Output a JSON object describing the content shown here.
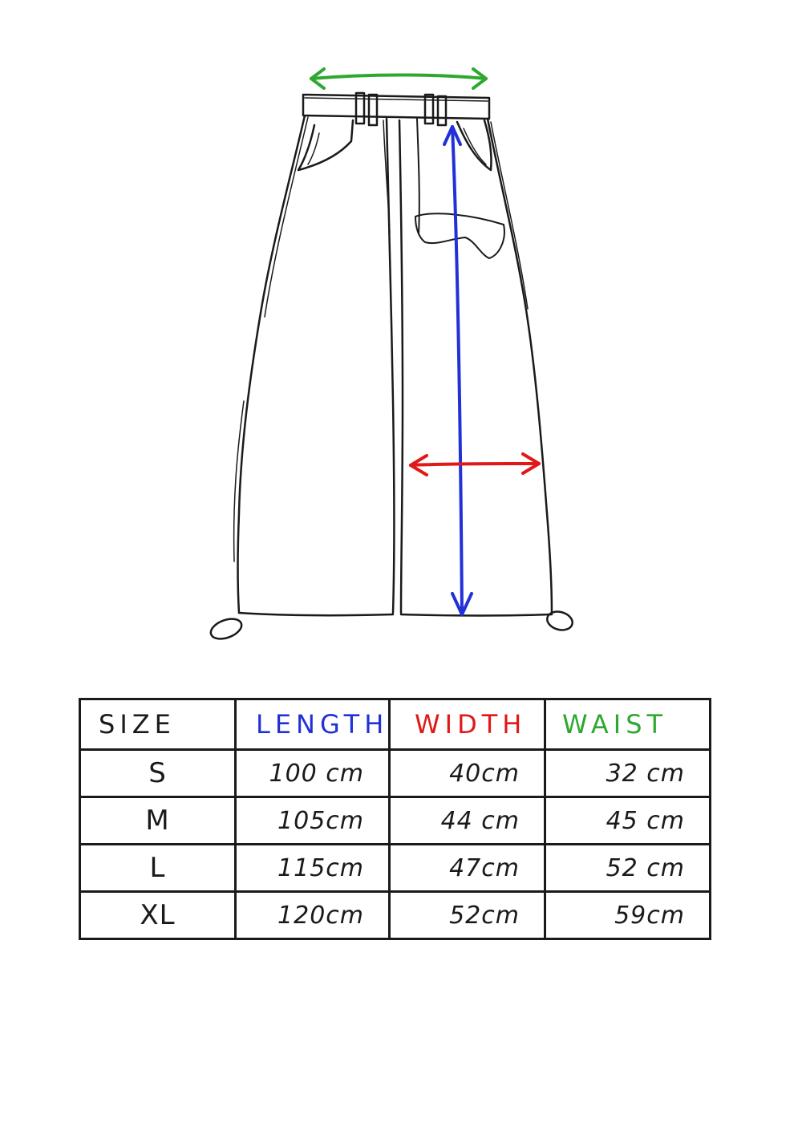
{
  "colors": {
    "ink": "#1a1a1a",
    "length": "#2230d8",
    "width": "#e01818",
    "waist": "#2fa82f"
  },
  "table": {
    "headers": {
      "size": "SIZE",
      "length": "LENGTH",
      "width": "WIDTH",
      "waist": "WAIST"
    },
    "rows": [
      {
        "size": "S",
        "length": "100 cm",
        "width": "40cm",
        "waist": "32 cm"
      },
      {
        "size": "M",
        "length": "105cm",
        "width": "44 cm",
        "waist": "45 cm"
      },
      {
        "size": "L",
        "length": "115cm",
        "width": "47cm",
        "waist": "52 cm"
      },
      {
        "size": "XL",
        "length": "120cm",
        "width": "52cm",
        "waist": "59cm"
      }
    ]
  }
}
